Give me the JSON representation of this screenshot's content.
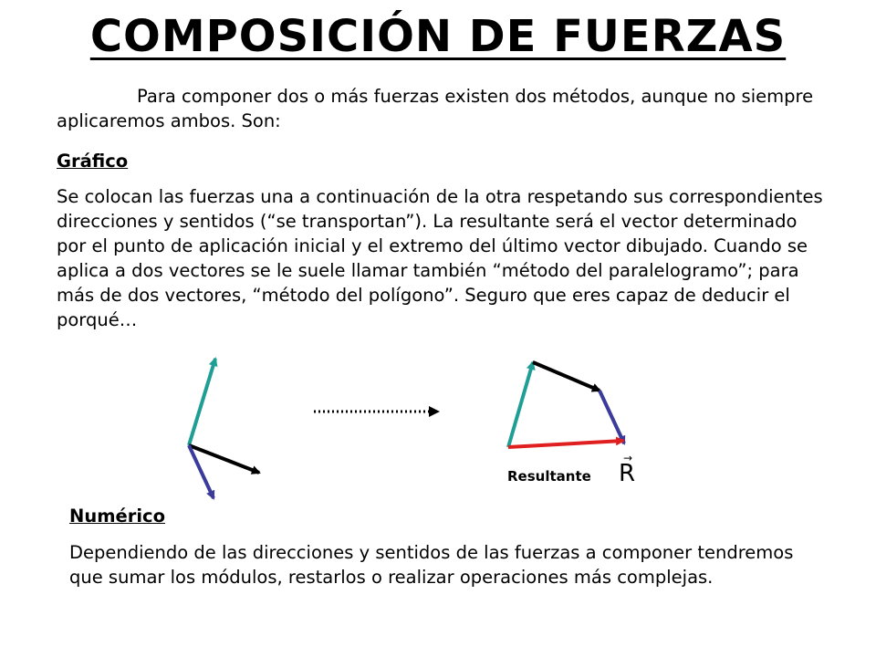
{
  "title": "COMPOSICIÓN DE FUERZAS",
  "intro": "Para componer dos o más fuerzas existen dos métodos, aunque no siempre aplicaremos ambos. Son:",
  "grafico": {
    "heading": "Gráfico",
    "text": "Se colocan las fuerzas una a continuación de la otra respetando sus correspondientes direcciones y sentidos (“se transportan”). La resultante será el vector determinado por el punto de aplicación inicial y el extremo del último vector dibujado. Cuando se aplica a dos vectores se le suele llamar también “método del paralelogramo”; para más de dos vectores, “método del polígono”. Seguro que eres capaz de deducir el porqué…"
  },
  "diagram": {
    "resultant_label": "Resultante",
    "resultant_symbol": "R",
    "resultant_arrow": "→",
    "colors": {
      "teal": "#1f9e96",
      "black": "#000000",
      "purple": "#3b3b9b",
      "red": "#e02020"
    }
  },
  "numerico": {
    "heading": "Numérico",
    "text": "Dependiendo de las direcciones y sentidos de las fuerzas a componer tendremos que sumar los módulos, restarlos o realizar operaciones más complejas."
  }
}
